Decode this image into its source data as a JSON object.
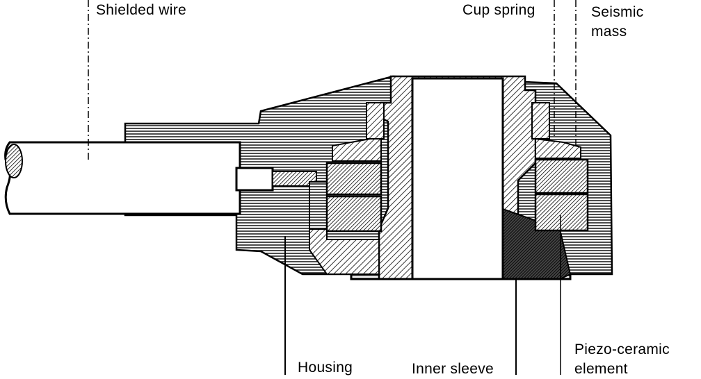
{
  "labels": {
    "shielded_wire": "Shielded  wire",
    "cup_spring": "Cup spring",
    "seismic_mass_1": "Seismic",
    "seismic_mass_2": "mass",
    "housing": "Housing",
    "inner_sleeve": "Inner  sleeve",
    "piezo_1": "Piezo-ceramic",
    "piezo_2": "element"
  }
}
